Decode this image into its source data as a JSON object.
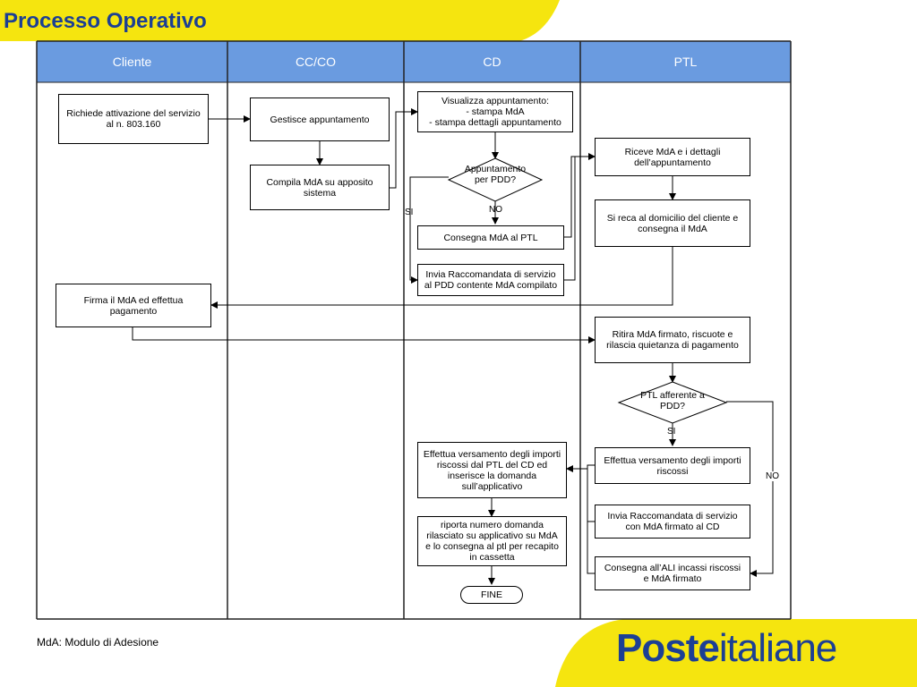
{
  "title": "Processo Operativo",
  "lanes": [
    "Cliente",
    "CC/CO",
    "CD",
    "PTL"
  ],
  "nodes": {
    "richiede": "Richiede attivazione del servizio\nal n. 803.160",
    "gestisce": "Gestisce appuntamento",
    "compila": "Compila MdA su apposito\nsistema",
    "visualizza": "Visualizza appuntamento:\n- stampa MdA\n- stampa dettagli   appuntamento",
    "appuntamento_pdd": "Appuntamento\nper PDD?",
    "consegna_mda_ptl": "Consegna MdA al PTL",
    "invia_racc_pdd": "Invia Raccomandata di servizio\nal PDD contente MdA compilato",
    "riceve": "Riceve MdA e i dettagli\ndell’appuntamento",
    "si_reca": "Si reca al domicilio del cliente e\nconsegna il MdA",
    "firma": "Firma il MdA ed effettua\npagamento",
    "ritira": "Ritira MdA firmato, riscuote e\nrilascia quietanza di pagamento",
    "ptl_afferente": "PTL afferente a\nPDD?",
    "effettua_ptl": "Effettua versamento degli importi\nriscossi",
    "invia_racc_cd": "Invia Raccomandata di servizio\ncon MdA firmato al CD",
    "consegna_ali": "Consegna all’ALI incassi riscossi\ne MdA firmato",
    "effettua_cd": "Effettua versamento degli importi\nriscossi dal PTL del CD ed\ninserisce la domanda\nsull’applicativo",
    "riporta": "riporta numero domanda\nrilasciato su applicativo su MdA\ne lo consegna al ptl per recapito\nin cassetta",
    "fine": "FINE"
  },
  "edge_labels": {
    "si_1": "SI",
    "no_1": "NO",
    "si_2": "SI",
    "no_2": "NO"
  },
  "footnote": "MdA: Modulo di Adesione",
  "logo": {
    "bold": "Poste",
    "regular": "italiane"
  },
  "colors": {
    "title": "#1c3f94",
    "header": "#6a9be0",
    "yellow": "#f5e50f",
    "logo": "#1c3f94"
  }
}
